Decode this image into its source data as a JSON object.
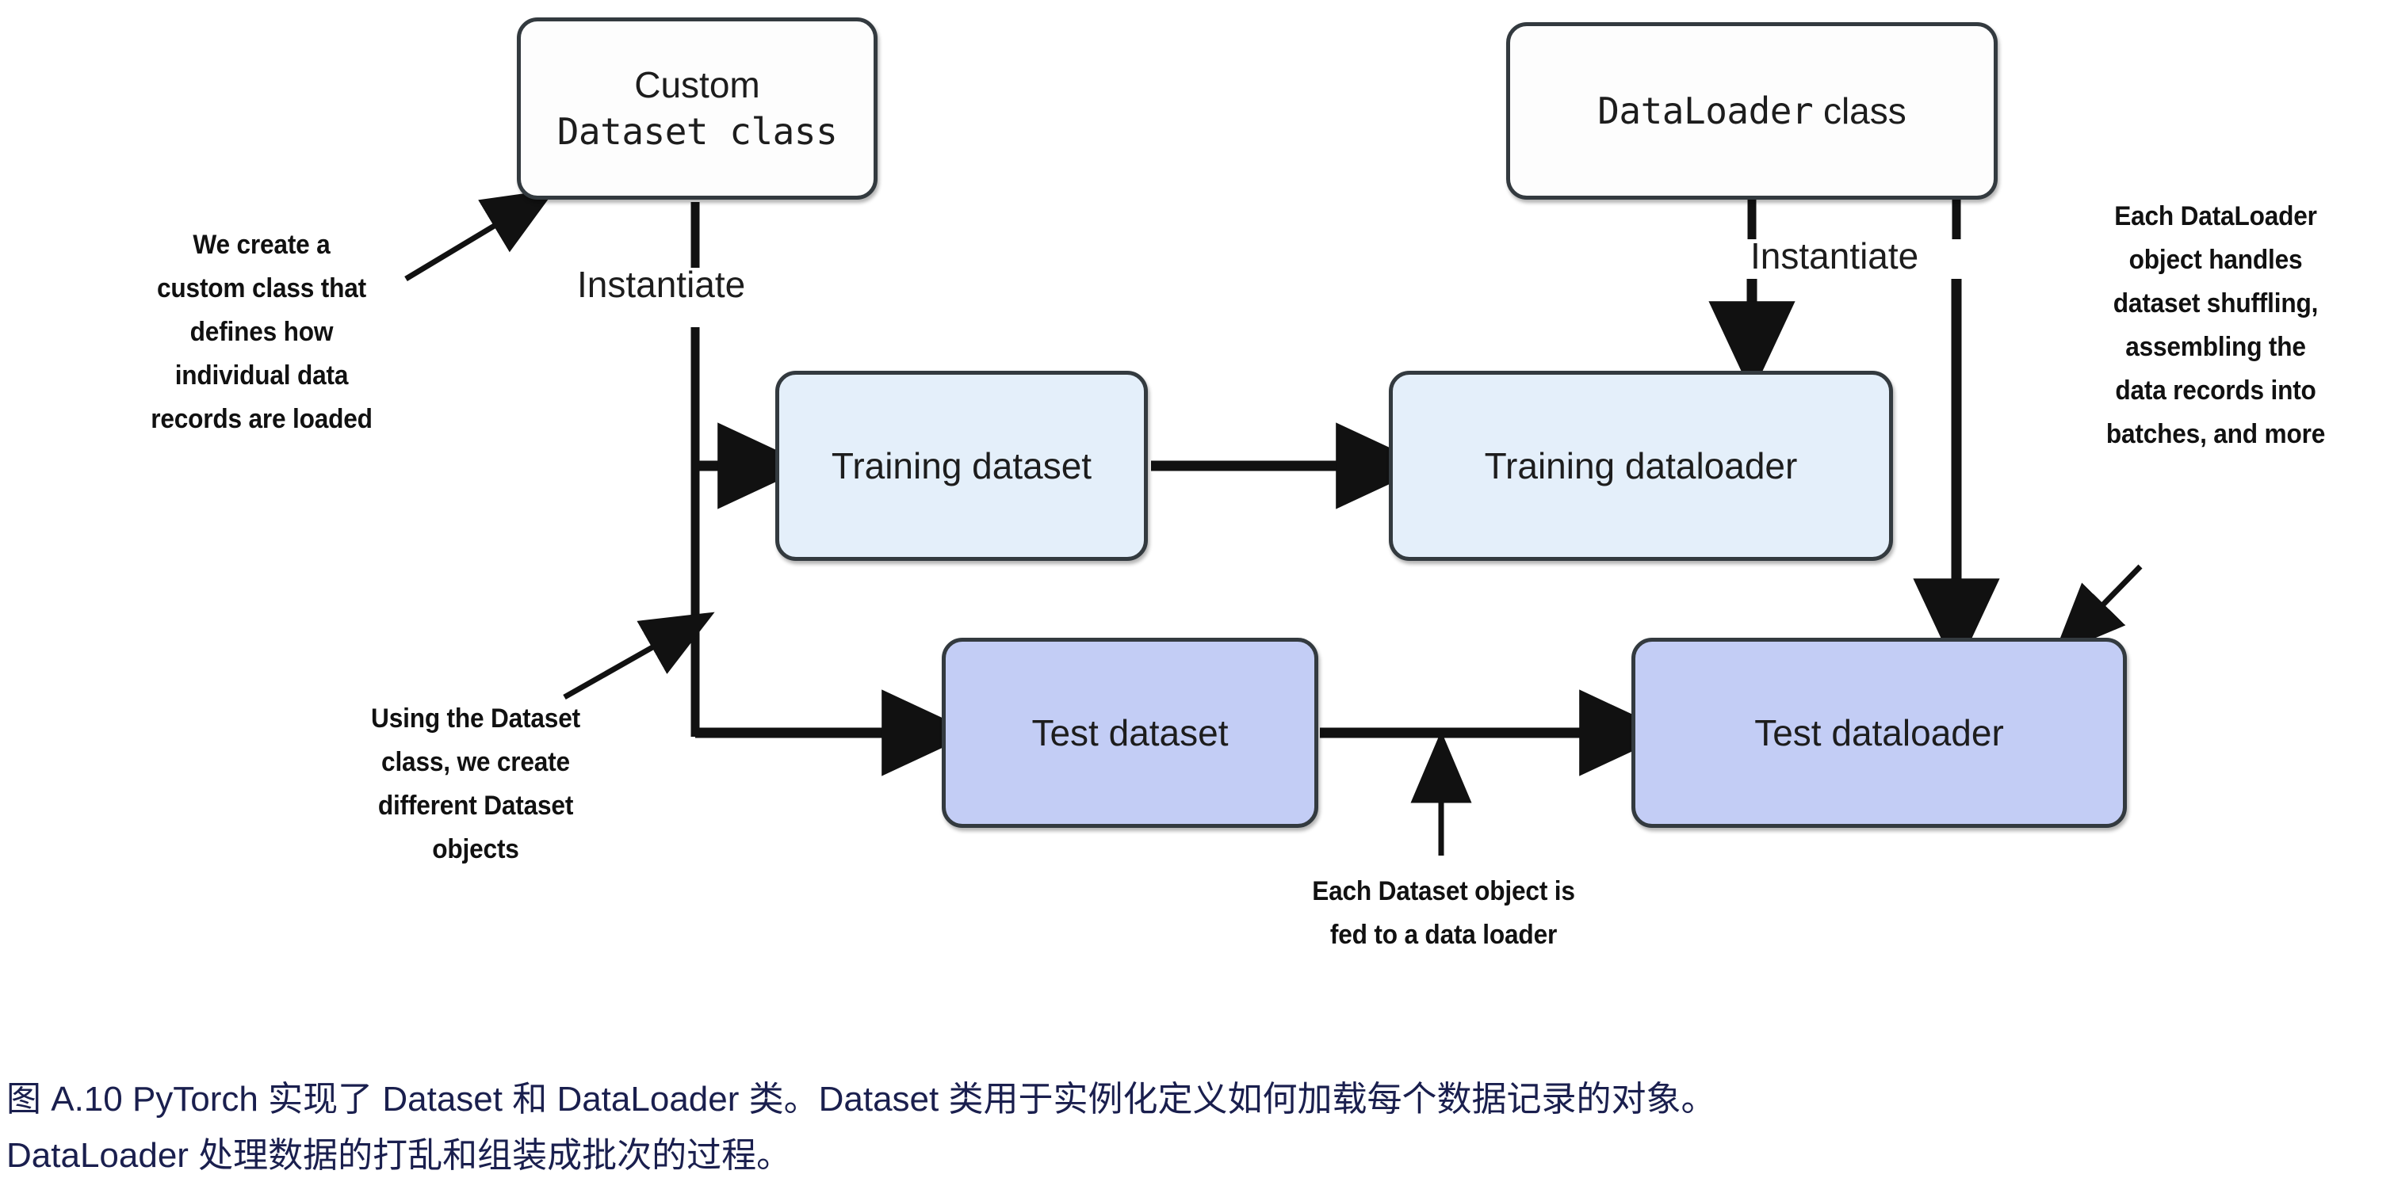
{
  "figure": {
    "title": "PyTorch Dataset and DataLoader class diagram",
    "caption_lines": [
      "图 A.10 PyTorch 实现了 Dataset 和 DataLoader 类。Dataset 类用于实例化定义如何加载每个数据记录的对象。",
      "DataLoader 处理数据的打乱和组装成批次的过程。"
    ],
    "caption_color": "#1a1f4e"
  },
  "nodes": {
    "custom_dataset_class": {
      "line1": "Custom",
      "line2": "Dataset class",
      "fill": "#fdfdfd"
    },
    "dataloader_class": {
      "line1": "DataLoader",
      "line2": " class",
      "fill": "#fdfdfd"
    },
    "training_dataset": {
      "label": "Training dataset",
      "fill": "#e4effa"
    },
    "training_dataloader": {
      "label": "Training dataloader",
      "fill": "#e4effa"
    },
    "test_dataset": {
      "label": "Test dataset",
      "fill": "#c3cdf5"
    },
    "test_dataloader": {
      "label": "Test dataloader",
      "fill": "#c3cdf5"
    }
  },
  "edge_labels": {
    "instantiate_left": "Instantiate",
    "instantiate_right": "Instantiate"
  },
  "annotations": {
    "create_custom_class": [
      "We create a",
      "custom class that",
      "defines how",
      "individual data",
      "records are loaded"
    ],
    "using_dataset_class": [
      "Using the Dataset",
      "class, we create",
      "different Dataset",
      "objects"
    ],
    "each_dataloader": [
      "Each DataLoader",
      "object handles",
      "dataset shuffling,",
      "assembling the",
      "data records into",
      "batches, and more"
    ],
    "each_dataset_fed": [
      "Each Dataset object is",
      "fed to a data loader"
    ]
  }
}
